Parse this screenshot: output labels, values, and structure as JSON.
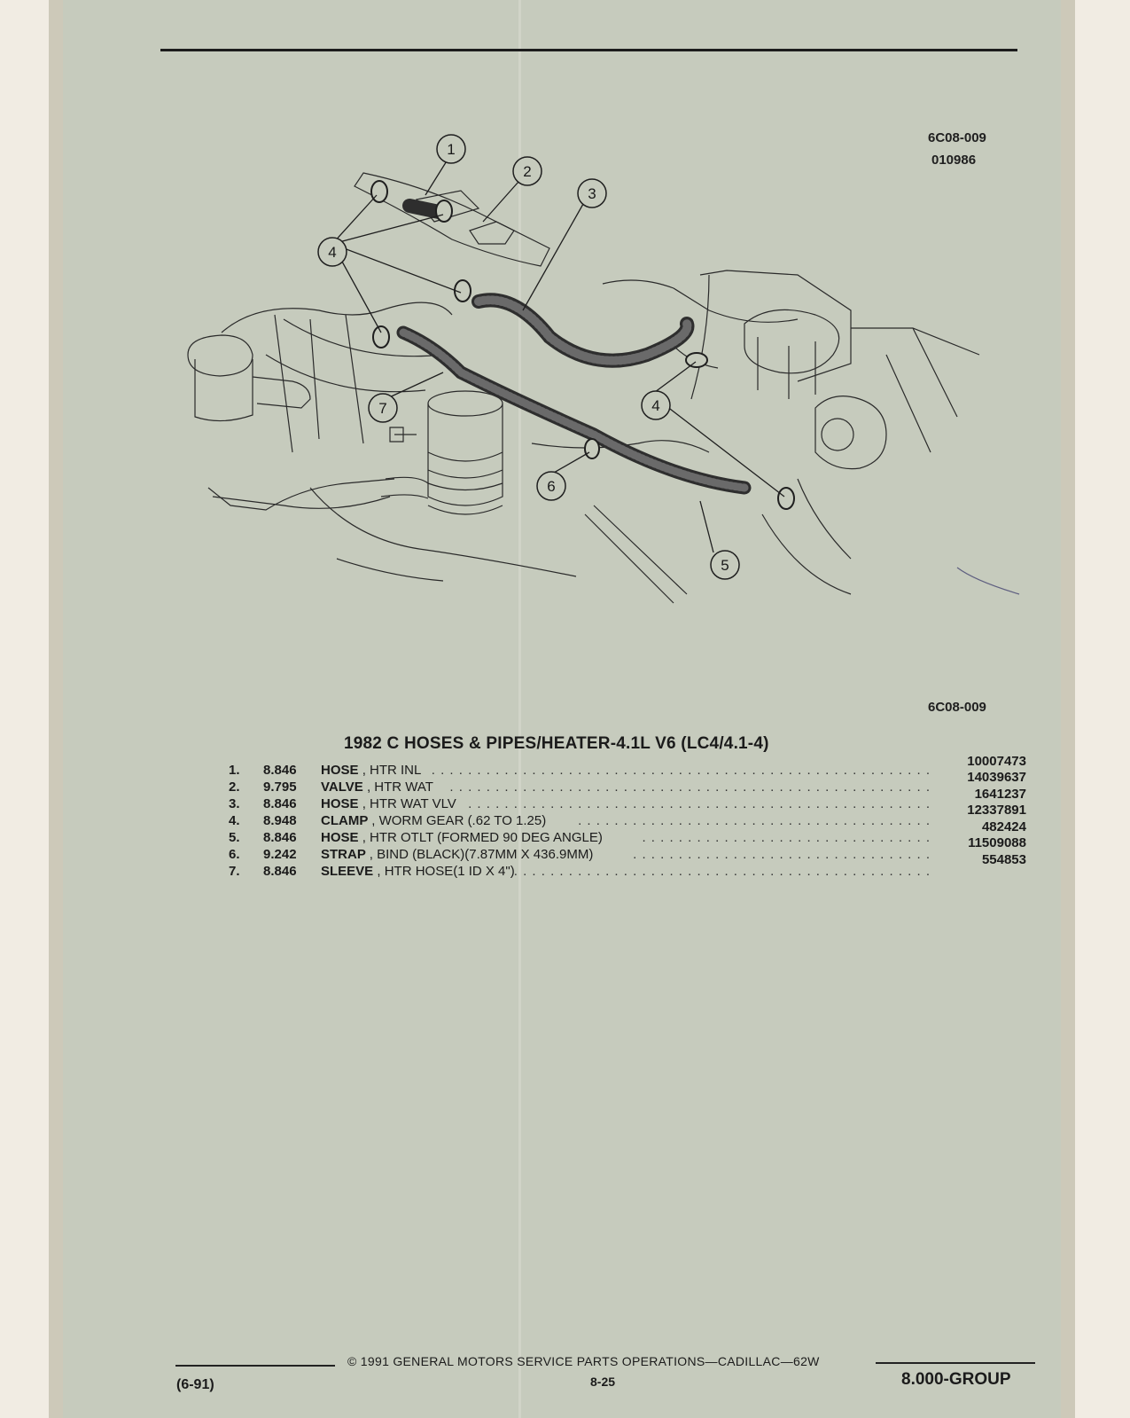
{
  "figure": {
    "code_top": "6C08-009",
    "date_code": "010986",
    "code_bottom": "6C08-009",
    "callouts": [
      "1",
      "2",
      "3",
      "4",
      "4",
      "7",
      "6",
      "5"
    ]
  },
  "section_title": "1982 C HOSES & PIPES/HEATER-4.1L V6 (LC4/4.1-4)",
  "parts": [
    {
      "num": "1.",
      "group": "8.846",
      "name": "HOSE",
      "desc": ", HTR INL",
      "part_no": "10007473"
    },
    {
      "num": "2.",
      "group": "9.795",
      "name": "VALVE",
      "desc": ", HTR WAT",
      "part_no": "14039637"
    },
    {
      "num": "3.",
      "group": "8.846",
      "name": "HOSE",
      "desc": ", HTR WAT VLV",
      "part_no": "1641237"
    },
    {
      "num": "4.",
      "group": "8.948",
      "name": "CLAMP",
      "desc": ", WORM GEAR (.62 TO 1.25)",
      "part_no": "12337891"
    },
    {
      "num": "5.",
      "group": "8.846",
      "name": "HOSE",
      "desc": ", HTR OTLT (FORMED 90 DEG ANGLE)",
      "part_no": "482424"
    },
    {
      "num": "6.",
      "group": "9.242",
      "name": "STRAP",
      "desc": ", BIND (BLACK)(7.87MM X 436.9MM)",
      "part_no": "11509088"
    },
    {
      "num": "7.",
      "group": "8.846",
      "name": "SLEEVE",
      "desc": ", HTR HOSE(1 ID X 4\")",
      "part_no": "554853"
    }
  ],
  "footer": {
    "code": "(6-91)",
    "copyright": "© 1991 GENERAL MOTORS SERVICE PARTS OPERATIONS—CADILLAC—62W",
    "page": "8-25",
    "group": "8.000-GROUP"
  }
}
